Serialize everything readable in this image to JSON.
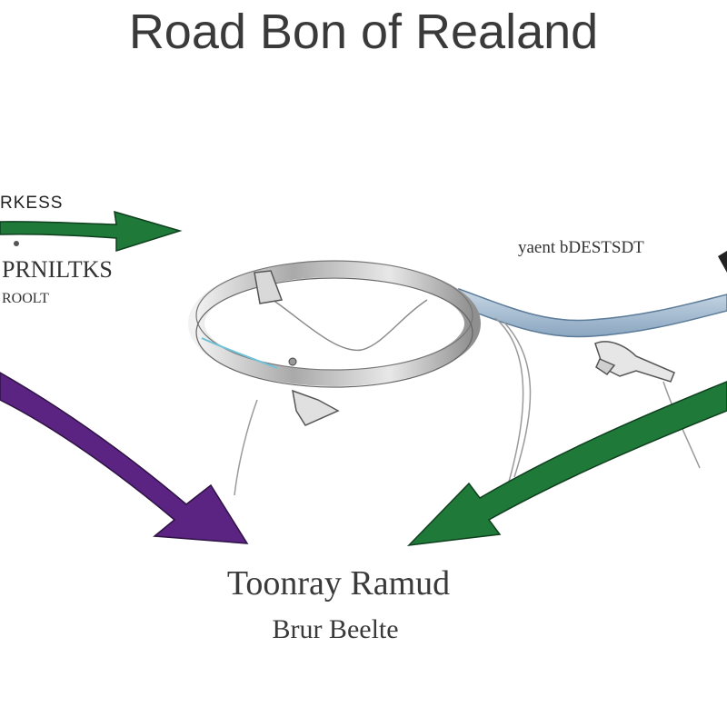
{
  "title": "Road Bon of Realand",
  "labels": {
    "top_left_1": "RKESS",
    "top_left_2": "PRNILTKS",
    "top_left_3": "ROOLT",
    "top_right": "yaent bDESTSDT",
    "bottom_1": "Toonray Ramud",
    "bottom_2": "Brur Beelte"
  },
  "colors": {
    "green_arrow": "#1f7a3a",
    "purple_arrow": "#5b2483",
    "ring_metal": "#bdbdbd",
    "blue_band": "#9fb8cf",
    "text": "#333333"
  },
  "icons": [
    "green-arrow-icon",
    "purple-arrow-icon",
    "metal-ring-icon",
    "blue-cable-icon",
    "clip-icon"
  ]
}
